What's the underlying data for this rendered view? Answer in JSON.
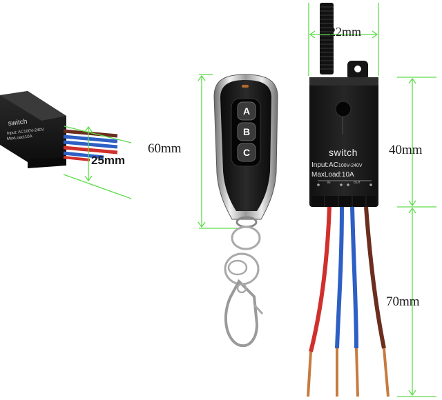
{
  "dimensions": {
    "side_height": "25mm",
    "remote_height": "60mm",
    "antenna_width": "22mm",
    "module_height": "40mm",
    "wire_length": "70mm"
  },
  "remote": {
    "buttons": [
      "A",
      "B",
      "C"
    ]
  },
  "module": {
    "name": "switch",
    "input_label": "Input:AC",
    "input_voltage": "100V-240V",
    "max_load": "MaxLoad:10A",
    "terminal_in": "IN",
    "terminal_out": "OUT"
  },
  "side_view": {
    "name": "switch",
    "input_label": "Input: AC100V-240V",
    "max_load": "MaxLoad:10A"
  },
  "colors": {
    "dimension_line": "#5ddc4a",
    "wire_red": "#d0302c",
    "wire_blue": "#2d5fc4",
    "wire_brown": "#6b2e1e",
    "module_body": "#1b1b1b"
  }
}
